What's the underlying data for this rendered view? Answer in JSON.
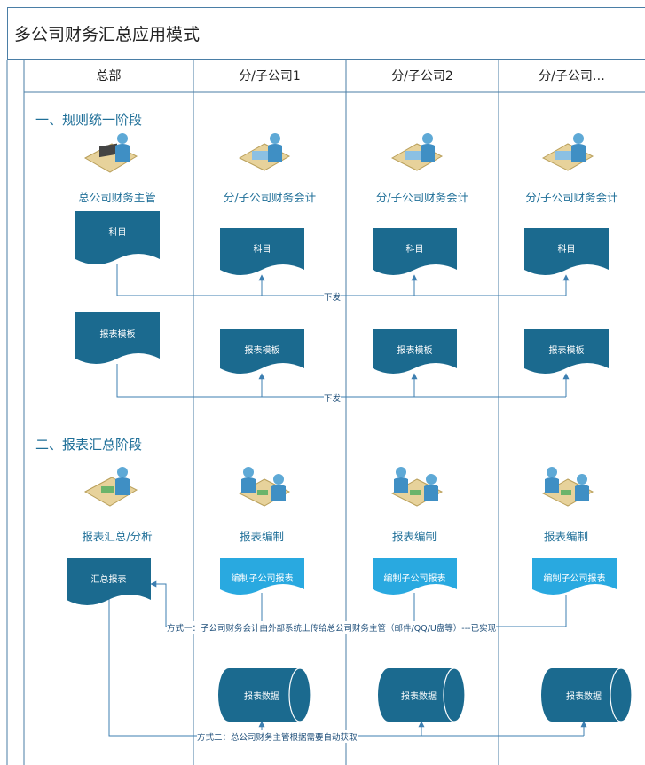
{
  "title": "多公司财务汇总应用模式",
  "headers": [
    "总部",
    "分/子公司1",
    "分/子公司2",
    "分/子公司…"
  ],
  "stages": {
    "s1": "一、规则统一阶段",
    "s2": "二、报表汇总阶段"
  },
  "roles1": [
    "总公司财务主管",
    "分/子公司财务会计",
    "分/子公司财务会计",
    "分/子公司财务会计"
  ],
  "roles2": [
    "报表汇总/分析",
    "报表编制",
    "报表编制",
    "报表编制"
  ],
  "shapes": {
    "subject": "科目",
    "template": "报表模板",
    "summary": "汇总报表",
    "compile": "编制子公司报表",
    "data": "报表数据"
  },
  "connectors": {
    "distribute": "下发",
    "method1": "方式一：子公司财务会计由外部系统上传给总公司财务主管（邮件/QQ/U盘等）---已实现",
    "method2": "方式二：总公司财务主管根据需要自动获取"
  },
  "colors": {
    "dark": "#1b6a8f",
    "light": "#29a9e0",
    "line": "#4a7ea6",
    "text": "#1f6f98"
  }
}
